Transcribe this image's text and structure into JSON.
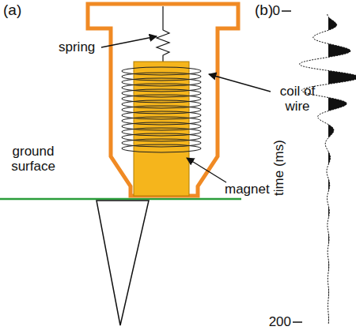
{
  "diagram": {
    "labels": [
      "(a)",
      "spring",
      "coil of wire",
      "ground surface",
      "magnet",
      "(b)",
      "0",
      "time (ms)",
      "200"
    ]
  }
}
